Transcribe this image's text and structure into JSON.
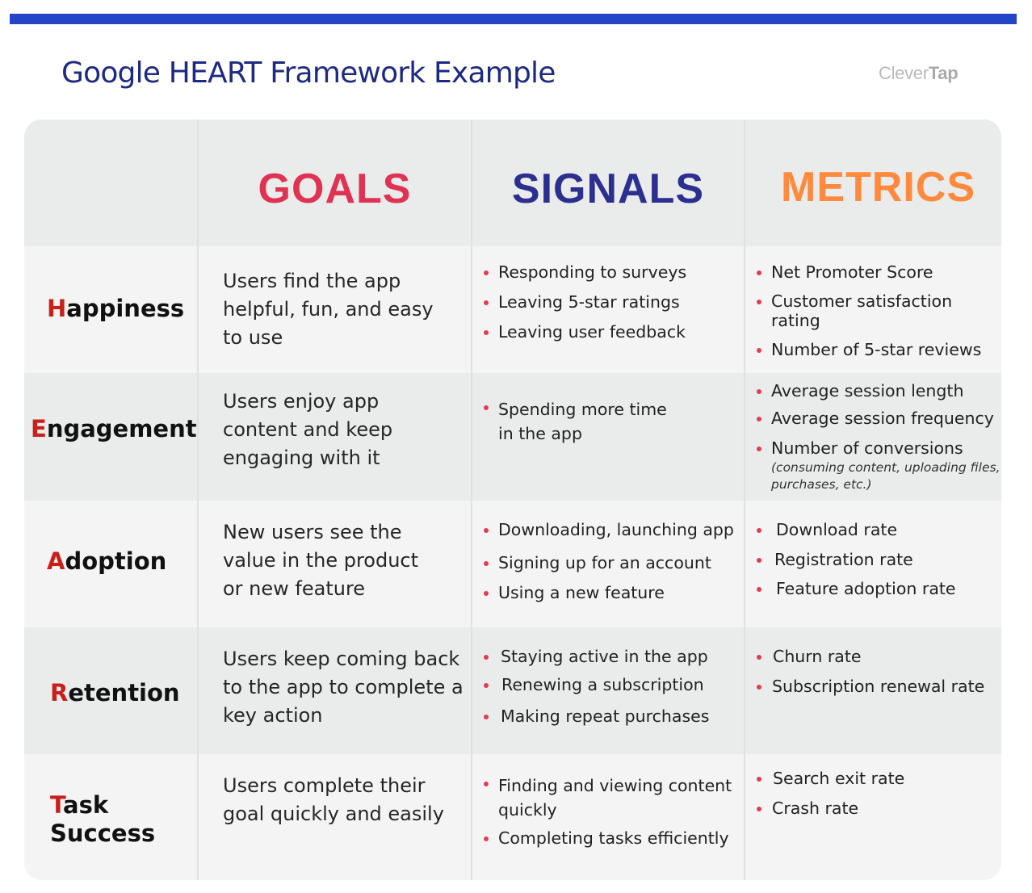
{
  "header": {
    "title": "Google HEART Framework Example",
    "brand": {
      "light": "Clever",
      "bold": "Tap"
    },
    "accent_bar_color": "#2444c8"
  },
  "table": {
    "columns": [
      {
        "label": "",
        "color": ""
      },
      {
        "label": "GOALS",
        "color": "#e03252"
      },
      {
        "label": "SIGNALS",
        "color": "#2b2f8f"
      },
      {
        "label": "METRICS",
        "color": "#ff8a3d"
      }
    ],
    "rows": [
      {
        "initial": "H",
        "rest": "appiness",
        "goal": "Users find the app helpful, fun, and easy to use",
        "signals": [
          "Responding to surveys",
          "Leaving 5-star ratings",
          "Leaving user feedback"
        ],
        "metrics": [
          "Net Promoter Score",
          "Customer satisfaction rating",
          "Number of 5-star reviews"
        ]
      },
      {
        "initial": "E",
        "rest": "ngagement",
        "goal": "Users enjoy app content and keep engaging with it",
        "signals": [
          "Spending more time in the app"
        ],
        "metrics": [
          "Average session length",
          "Average session frequency",
          "Number of conversions"
        ],
        "metrics_note": "(consuming content, uploading files, purchases, etc.)"
      },
      {
        "initial": "A",
        "rest": "doption",
        "goal": "New users see the value in the product or new feature",
        "signals": [
          "Downloading, launching app",
          "Signing up for an account",
          "Using a new feature"
        ],
        "metrics": [
          "Download rate",
          "Registration rate",
          "Feature adoption rate"
        ]
      },
      {
        "initial": "R",
        "rest": "etention",
        "goal": "Users keep coming back to the app to complete a key action",
        "signals": [
          "Staying active in the app",
          "Renewing a subscription",
          "Making repeat purchases"
        ],
        "metrics": [
          "Churn rate",
          "Subscription renewal rate"
        ]
      },
      {
        "initial": "T",
        "rest": "ask",
        "rest_line2": "Success",
        "goal": "Users complete their goal quickly and easily",
        "signals": [
          "Finding and viewing content quickly",
          "Completing tasks efficiently"
        ],
        "metrics": [
          "Search exit rate",
          "Crash rate"
        ]
      }
    ],
    "colors": {
      "dimension_initial": "#c8201b",
      "bullet": "#e23b54",
      "row_light": "#f4f4f4",
      "row_dark": "#eaebeb"
    }
  }
}
